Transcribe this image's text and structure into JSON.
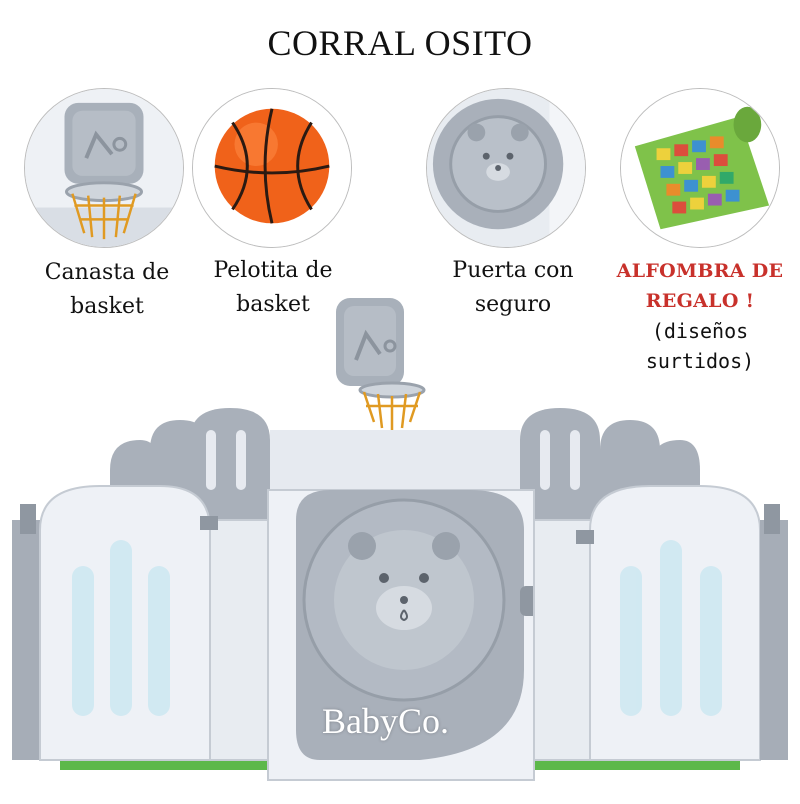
{
  "title": "CORRAL OSITO",
  "features": [
    {
      "icon": "basketball-hoop-icon",
      "caption_line1": "Canasta de",
      "caption_line2": "basket"
    },
    {
      "icon": "basketball-icon",
      "caption_line1": "Pelotita de",
      "caption_line2": "basket"
    },
    {
      "icon": "bear-door-icon",
      "caption_line1": "Puerta con",
      "caption_line2": "seguro"
    },
    {
      "icon": "play-mat-icon",
      "caption_line1": "",
      "caption_line2": ""
    }
  ],
  "promo": {
    "line1": "ALFOMBRA DE",
    "line2": "REGALO !",
    "sub_line1": "(diseños",
    "sub_line2": "surtidos)"
  },
  "brand": "BabyCo.",
  "colors": {
    "panel_white": "#eef1f6",
    "panel_gray": "#a6adb7",
    "accent_red": "#c8312b",
    "ball_orange": "#f0621a"
  }
}
